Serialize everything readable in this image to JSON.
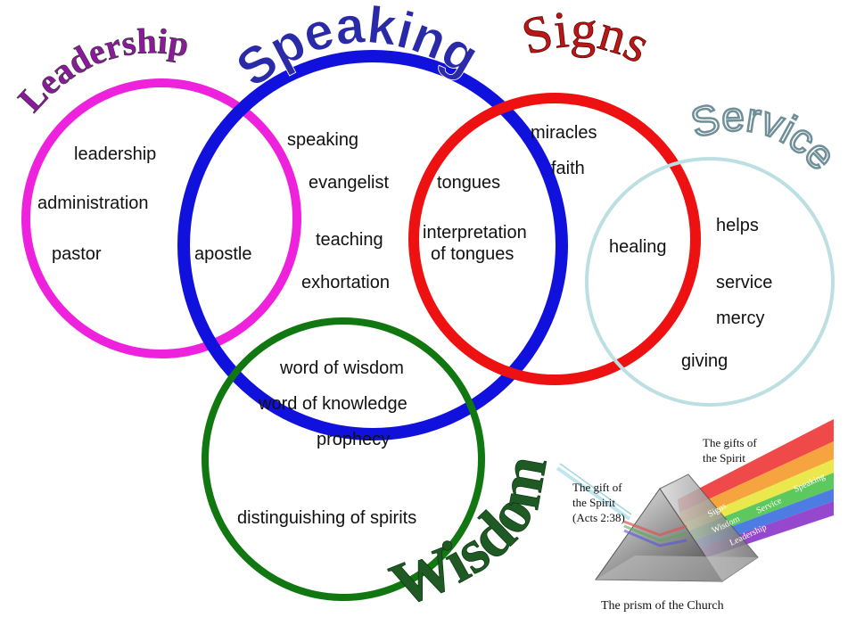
{
  "titles": {
    "leadership": "Leadership",
    "speaking": "Speaking",
    "signs": "Signs",
    "service": "Service",
    "wisdom": "Wisdom"
  },
  "colors": {
    "leadership": "#ee22dd",
    "speaking": "#1111dd",
    "signs": "#ee1111",
    "service": "#bcdfe3",
    "wisdom": "#117711",
    "title_leadership": "#8a1a9a",
    "title_speaking": "#2a2aa8",
    "title_signs": "#b81818",
    "title_service": "#6e8e98",
    "title_wisdom": "#1f5a24"
  },
  "gifts": {
    "leadership": "leadership",
    "administration": "administration",
    "pastor": "pastor",
    "apostle": "apostle",
    "speaking": "speaking",
    "evangelist": "evangelist",
    "teaching": "teaching",
    "exhortation": "exhortation",
    "tongues": "tongues",
    "interpretation_line1": "interpretation",
    "interpretation_line2": "of tongues",
    "miracles": "miracles",
    "faith": "faith",
    "healing": "healing",
    "helps": "helps",
    "service": "service",
    "mercy": "mercy",
    "giving": "giving",
    "word_of_wisdom": "word of wisdom",
    "word_of_knowledge": "word of knowledge",
    "prophecy": "prophecy",
    "distinguishing": "distinguishing of spirits"
  },
  "prism": {
    "gifts_caption_line1": "The gifts of",
    "gifts_caption_line2": "the Spirit",
    "gift_caption_line1": "The gift of",
    "gift_caption_line2": "the Spirit",
    "gift_caption_line3": "(Acts 2:38)",
    "footer": "The prism of the Church",
    "ray_signs": "Signs",
    "ray_wisdom": "Wisdom",
    "ray_service": "Service",
    "ray_speaking": "Speaking",
    "ray_leadership": "Leadership"
  }
}
